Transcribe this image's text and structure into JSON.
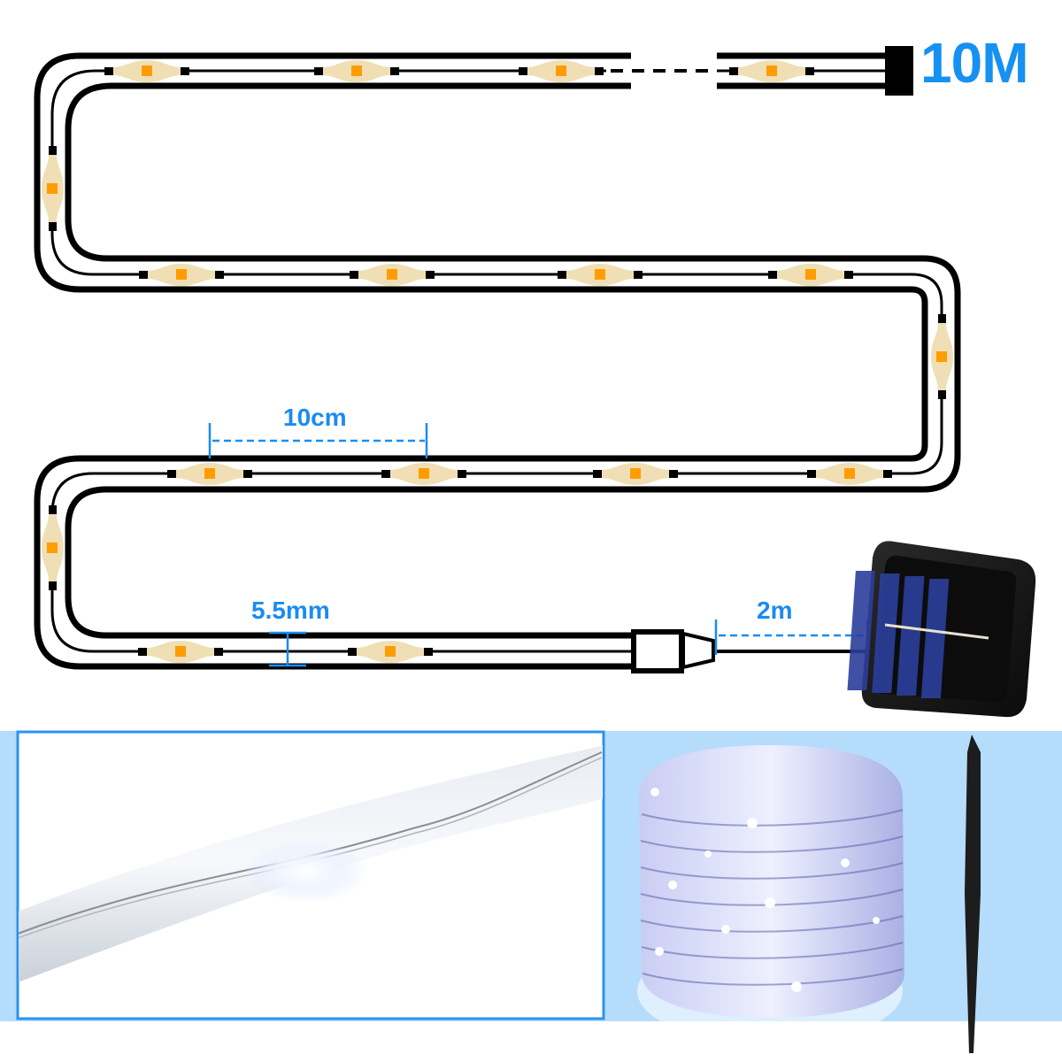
{
  "diagram": {
    "title": "Solar rope light dimensions",
    "labels": {
      "total_length": "10M",
      "led_spacing": "10cm",
      "tube_diameter": "5.5mm",
      "lead_wire_length": "2m"
    },
    "colors": {
      "accent_blue": "#1591f2",
      "tube_outline": "#000000",
      "led_chip": "#ff9c00",
      "led_housing": "#f0dfb4",
      "band_background": "#b5dcfb"
    },
    "components": [
      {
        "name": "rope-tube",
        "description": "Serpentine transparent tube with LEDs"
      },
      {
        "name": "end-connector",
        "description": "Connector joining tube to lead wire"
      },
      {
        "name": "solar-panel",
        "description": "Solar panel with ground stake"
      },
      {
        "name": "led-closeup",
        "description": "Close-up of lit tube segment"
      },
      {
        "name": "coiled-rope-light",
        "description": "Coiled rope light glowing cool white"
      }
    ]
  }
}
